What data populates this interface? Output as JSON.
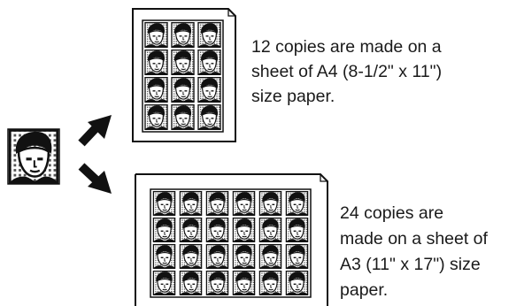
{
  "captions": {
    "a4": "12 copies are made on a\nsheet of A4 (8-1/2\" x 11\")\nsize paper.",
    "a3": "24 copies are\nmade on a sheet of\nA3 (11\" x 17\") size\npaper."
  },
  "sheets": {
    "a4": {
      "rows": 4,
      "cols": 3,
      "copies": 12,
      "paper": "A4 (8-1/2\" x 11\")"
    },
    "a3": {
      "rows": 4,
      "cols": 6,
      "copies": 24,
      "paper": "A3 (11\" x 17\")"
    }
  },
  "icons": {
    "original": "portrait-photo-icon",
    "arrow_up": "arrow-up-right-icon",
    "arrow_down": "arrow-down-right-icon",
    "thumbnail": "portrait-thumbnail-icon"
  },
  "colors": {
    "ink": "#1a1a1a",
    "paper": "#ffffff"
  }
}
